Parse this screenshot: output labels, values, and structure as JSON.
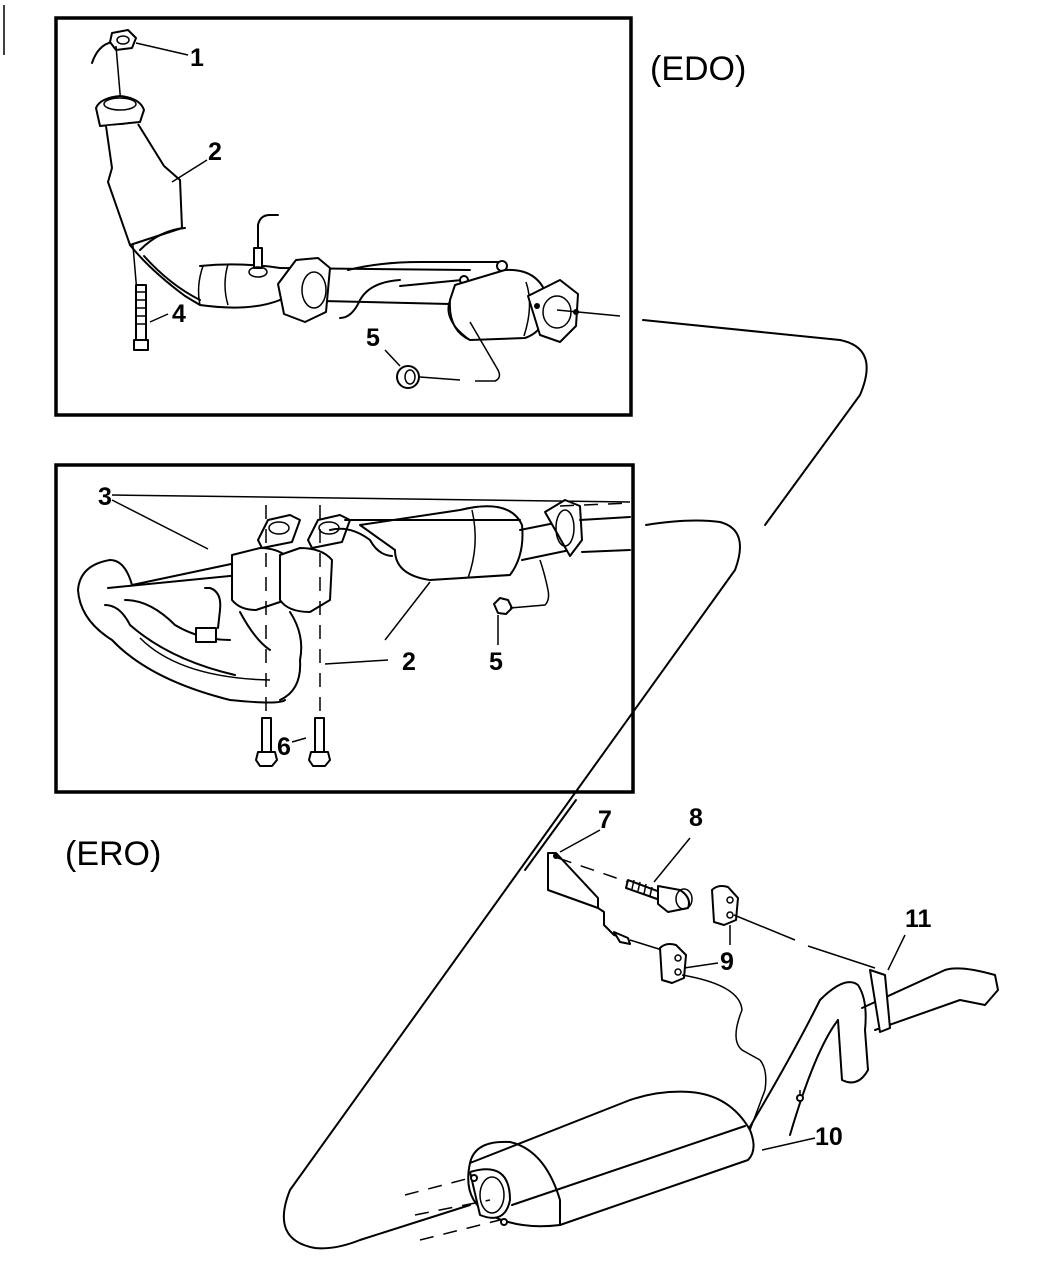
{
  "diagram": {
    "type": "exploded parts diagram",
    "subject": "Exhaust system",
    "variants": [
      {
        "code": "(EDO)",
        "panel": "top inset"
      },
      {
        "code": "(ERO)",
        "panel": "middle inset"
      }
    ],
    "callouts": {
      "c1": "1",
      "c2_edo": "2",
      "c4": "4",
      "c5_edo": "5",
      "c3": "3",
      "c2_ero": "2",
      "c5_ero": "5",
      "c6": "6",
      "c7": "7",
      "c8": "8",
      "c9a": "9",
      "c9b": "9",
      "c10": "10",
      "c11": "11"
    },
    "parts": [
      {
        "callout": "1",
        "name": "nut"
      },
      {
        "callout": "2",
        "name": "catalytic converter"
      },
      {
        "callout": "3",
        "name": "gasket"
      },
      {
        "callout": "4",
        "name": "stud"
      },
      {
        "callout": "5",
        "name": "nut"
      },
      {
        "callout": "6",
        "name": "bolt"
      },
      {
        "callout": "7",
        "name": "bracket"
      },
      {
        "callout": "8",
        "name": "bolt"
      },
      {
        "callout": "9",
        "name": "isolator"
      },
      {
        "callout": "10",
        "name": "muffler"
      },
      {
        "callout": "11",
        "name": "clamp"
      }
    ],
    "line_color": "#000000",
    "background": "#ffffff"
  }
}
